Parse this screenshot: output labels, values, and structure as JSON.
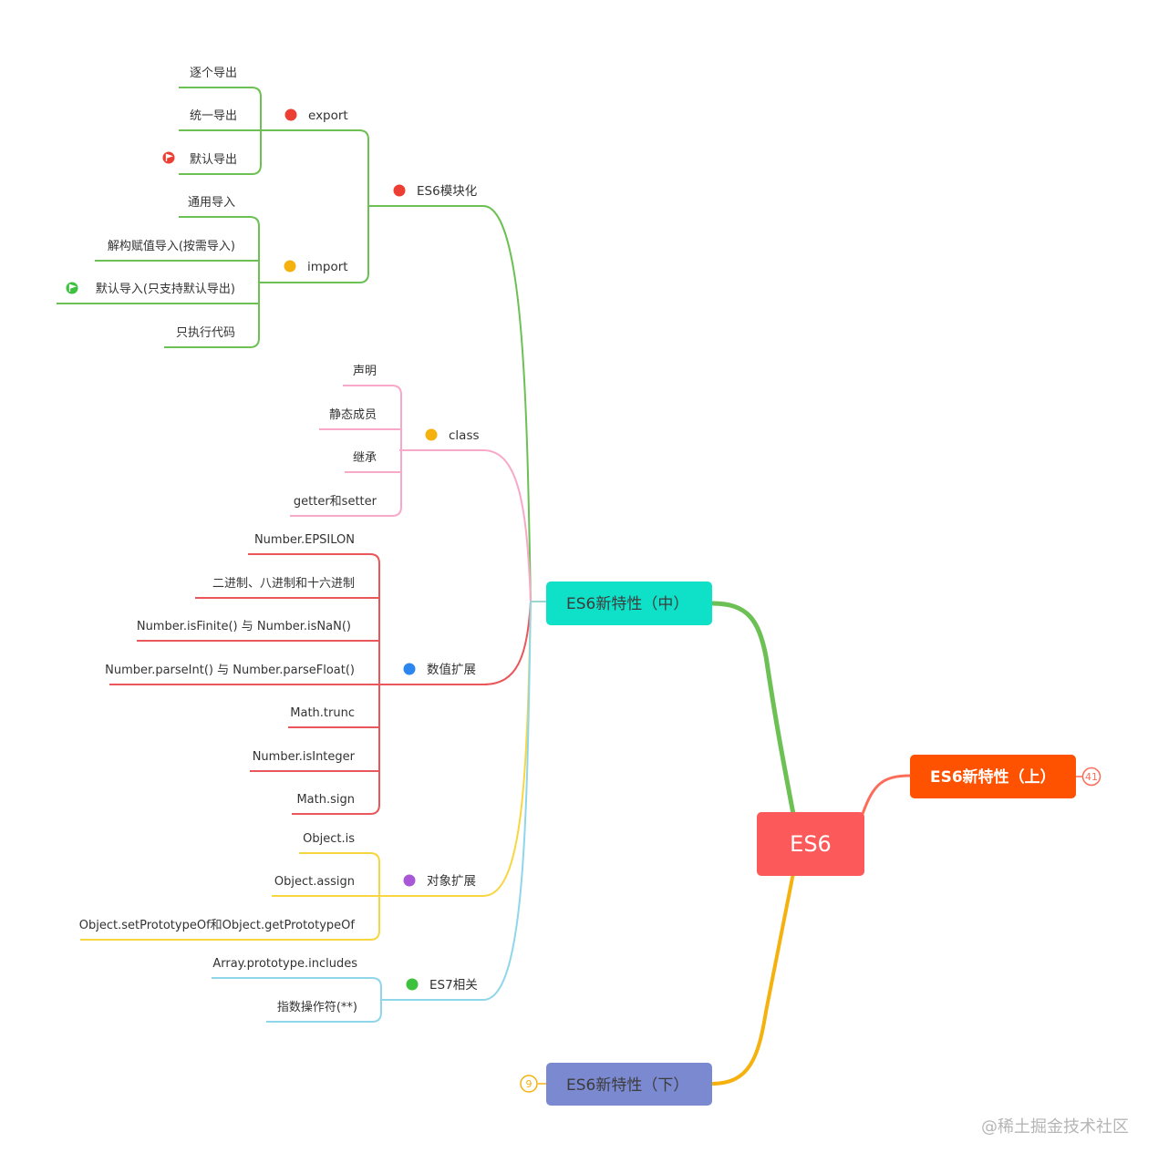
{
  "root": {
    "label": "ES6",
    "color": "#fc5a5a"
  },
  "nodes": {
    "top": {
      "label": "ES6新特性（上）",
      "color": "#fe5200",
      "badge": "41"
    },
    "middle": {
      "label": "ES6新特性（中）",
      "color": "#0fe0c8"
    },
    "bottom": {
      "label": "ES6新特性（下）",
      "color": "#7b89d1",
      "badge": "9"
    }
  },
  "branches": {
    "module": {
      "label": "ES6模块化",
      "color": "#6cc054",
      "dot": "#ed3e33"
    },
    "export": {
      "label": "export",
      "dot": "#ed3e33",
      "items": [
        "逐个导出",
        "统一导出",
        "默认导出"
      ]
    },
    "import": {
      "label": "import",
      "dot": "#f5b10d",
      "items": [
        "通用导入",
        "解构赋值导入(按需导入)",
        "默认导入(只支持默认导出)",
        "只执行代码"
      ]
    },
    "class": {
      "label": "class",
      "color": "#f8a8c8",
      "dot": "#f5b10d",
      "items": [
        "声明",
        "静态成员",
        "继承",
        "getter和setter"
      ]
    },
    "number": {
      "label": "数值扩展",
      "color": "#e9575a",
      "dot": "#2c86f0",
      "items": [
        "Number.EPSILON",
        "二进制、八进制和十六进制",
        "Number.isFinite() 与 Number.isNaN()",
        "Number.parseInt() 与 Number.parseFloat()",
        "Math.trunc",
        "Number.isInteger",
        "Math.sign"
      ]
    },
    "object": {
      "label": "对象扩展",
      "color": "#f8d640",
      "dot": "#a857d6",
      "items": [
        "Object.is",
        "Object.assign",
        "Object.setPrototypeOf和Object.getPrototypeOf"
      ]
    },
    "es7": {
      "label": "ES7相关",
      "color": "#8fd6ea",
      "dot": "#3ec13e",
      "items": [
        "Array.prototype.includes",
        "指数操作符(**)"
      ]
    }
  },
  "icons": {
    "export_default": "red-flag-icon",
    "import_default": "green-flag-icon"
  },
  "watermark": "@稀土掘金技术社区"
}
